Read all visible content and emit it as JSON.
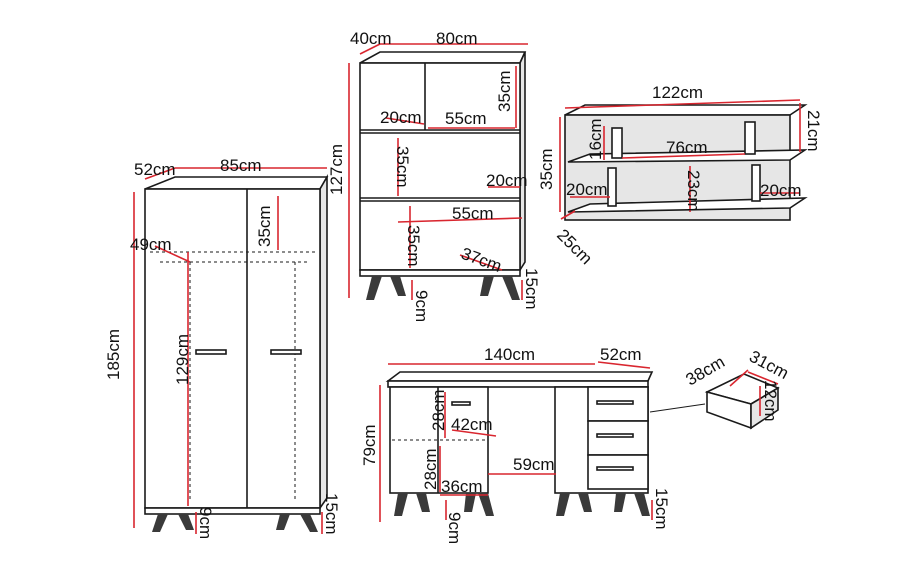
{
  "colors": {
    "outline": "#1a1a1a",
    "dimension_line": "#d9262f",
    "panel": "#ffffff",
    "shade": "#e6e6e6"
  },
  "wardrobe": {
    "depth": "52cm",
    "width": "85cm",
    "height": "185cm",
    "top_shelf": "35cm",
    "inner_depth": "49cm",
    "door_height": "129cm",
    "leg_height": "9cm",
    "bottom_gap": "15cm"
  },
  "bookcase": {
    "depth": "40cm",
    "width": "80cm",
    "height": "127cm",
    "shelf_height_top": "35cm",
    "shelf_depth_left": "20cm",
    "shelf_width_top": "55cm",
    "shelf_height_mid": "35cm",
    "shelf_depth_right": "20cm",
    "shelf_width_mid": "55cm",
    "shelf_height_bottom": "35cm",
    "bottom_depth": "37cm",
    "leg_height": "9cm",
    "bottom_gap": "15cm"
  },
  "wall_shelf": {
    "width": "122cm",
    "height": "35cm",
    "end_height": "21cm",
    "riser_height": "16cm",
    "inner_width": "76cm",
    "mid_height": "23cm",
    "left_depth": "20cm",
    "right_depth": "20cm",
    "depth": "25cm"
  },
  "desk": {
    "width": "140cm",
    "depth": "52cm",
    "height": "79cm",
    "upper_shelf_height": "28cm",
    "shelf_width": "42cm",
    "lower_shelf_height": "28cm",
    "lower_width": "36cm",
    "knee_width": "59cm",
    "leg_height": "9cm",
    "bottom_gap": "15cm"
  },
  "drawer": {
    "width": "38cm",
    "depth": "31cm",
    "height": "12cm"
  }
}
